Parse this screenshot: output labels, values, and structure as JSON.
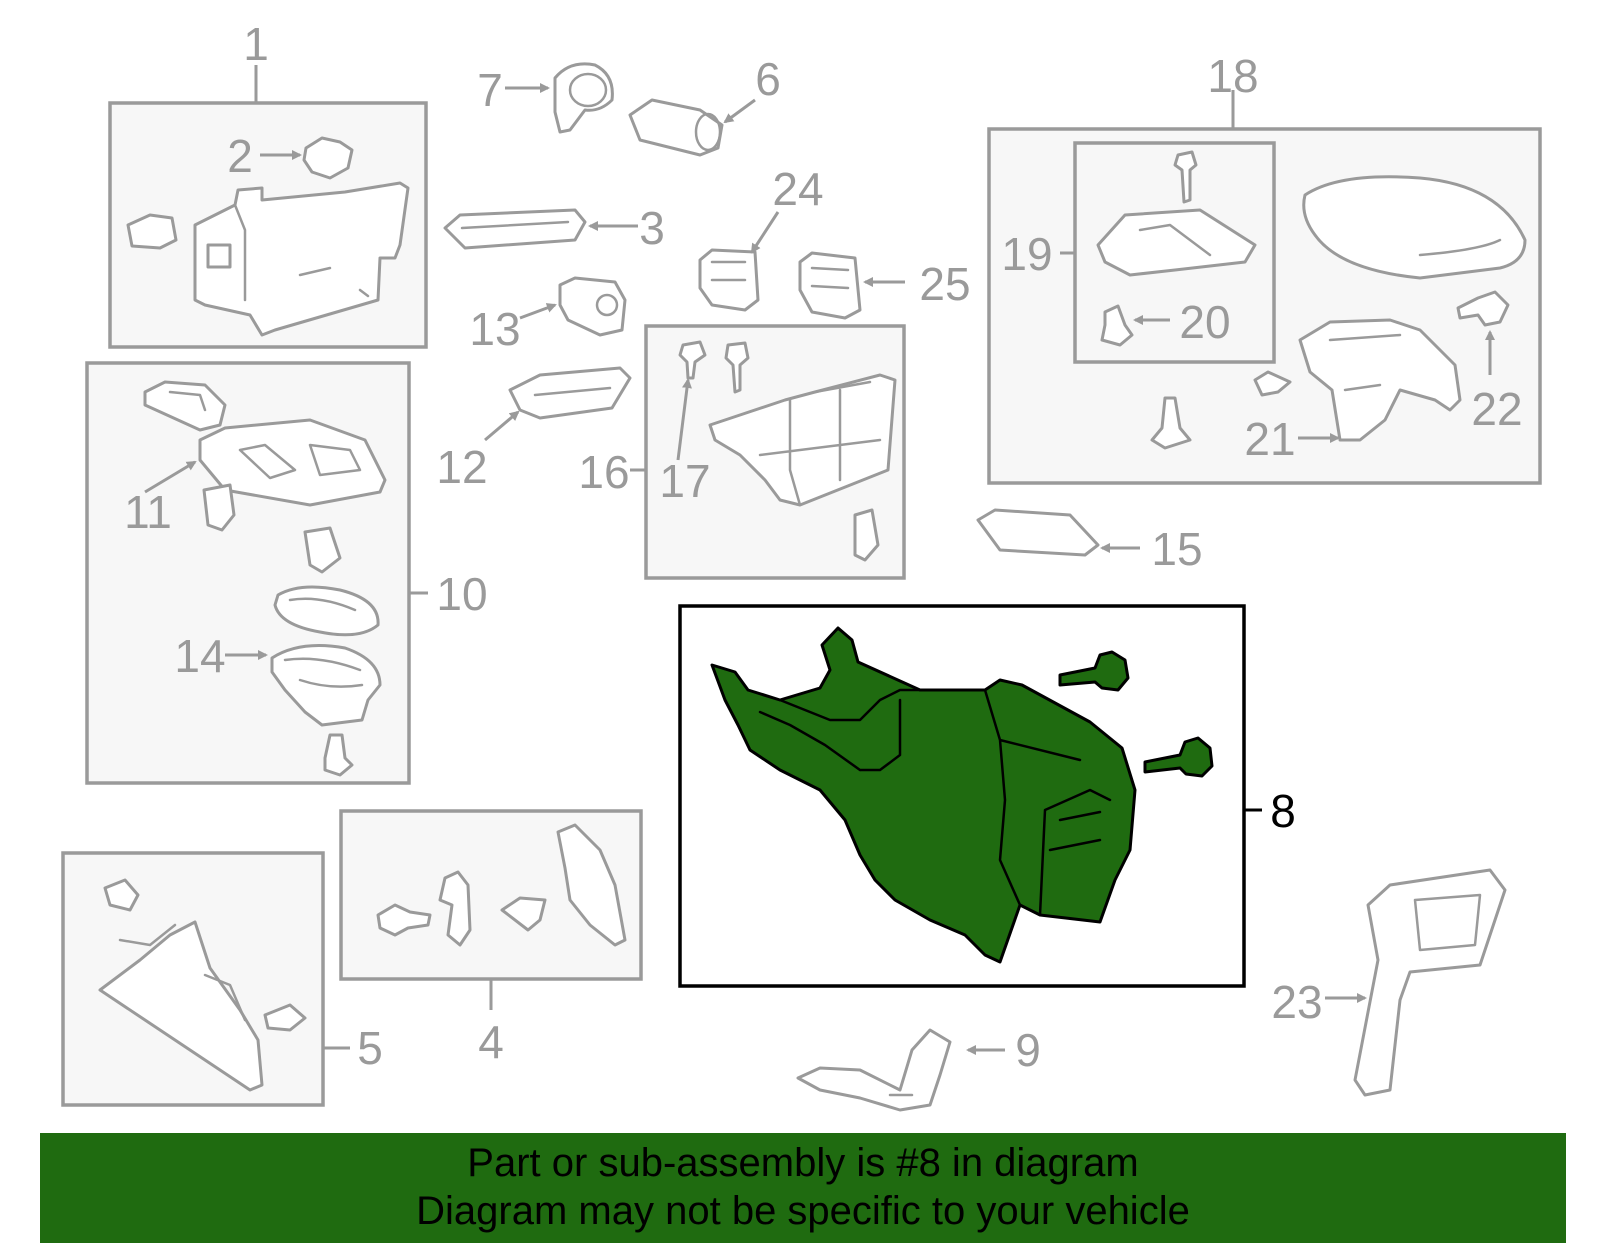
{
  "diagram": {
    "callouts": {
      "c1": "1",
      "c2": "2",
      "c3": "3",
      "c4": "4",
      "c5": "5",
      "c6": "6",
      "c7": "7",
      "c8": "8",
      "c9": "9",
      "c10": "10",
      "c11": "11",
      "c12": "12",
      "c13": "13",
      "c14": "14",
      "c15": "15",
      "c16": "16",
      "c17": "17",
      "c18": "18",
      "c19": "19",
      "c20": "20",
      "c21": "21",
      "c22": "22",
      "c23": "23",
      "c24": "24",
      "c25": "25"
    },
    "highlighted_part": "8",
    "colors": {
      "highlight_fill": "#1f6b10",
      "part_gray": "#9a9a9a",
      "active_outline": "#000000"
    }
  },
  "banner": {
    "line1": "Part or sub-assembly is #8 in diagram",
    "line2": "Diagram may not be specific to your vehicle"
  }
}
